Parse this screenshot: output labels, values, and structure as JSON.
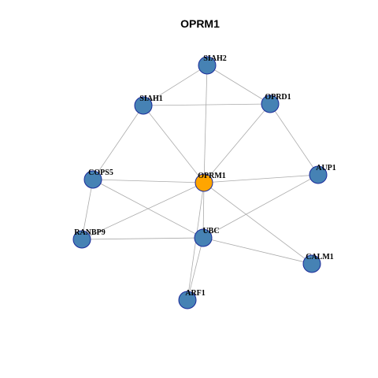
{
  "title": "OPRM1",
  "colors": {
    "node_fill": "#4682b4",
    "node_stroke": "#1a2a9a",
    "center_fill": "#ffa500",
    "center_stroke": "#1a2a9a",
    "edge": "#aaaaaa"
  },
  "nodes": [
    {
      "id": "SIAH2",
      "label": "SIAH2",
      "center": false
    },
    {
      "id": "SIAH1",
      "label": "SIAH1",
      "center": false
    },
    {
      "id": "OPRD1",
      "label": "OPRD1",
      "center": false
    },
    {
      "id": "COPS5",
      "label": "COPS5",
      "center": false
    },
    {
      "id": "OPRM1",
      "label": "OPRM1",
      "center": true
    },
    {
      "id": "AUP1",
      "label": "AUP1",
      "center": false
    },
    {
      "id": "RANBP9",
      "label": "RANBP9",
      "center": false
    },
    {
      "id": "UBC",
      "label": "UBC",
      "center": false
    },
    {
      "id": "CALM1",
      "label": "CALM1",
      "center": false
    },
    {
      "id": "ARF1",
      "label": "ARF1",
      "center": false
    }
  ],
  "edges": [
    [
      "SIAH2",
      "SIAH1"
    ],
    [
      "SIAH2",
      "OPRD1"
    ],
    [
      "SIAH2",
      "OPRM1"
    ],
    [
      "SIAH1",
      "OPRD1"
    ],
    [
      "SIAH1",
      "COPS5"
    ],
    [
      "SIAH1",
      "OPRM1"
    ],
    [
      "OPRD1",
      "OPRM1"
    ],
    [
      "OPRD1",
      "AUP1"
    ],
    [
      "COPS5",
      "OPRM1"
    ],
    [
      "COPS5",
      "RANBP9"
    ],
    [
      "COPS5",
      "UBC"
    ],
    [
      "OPRM1",
      "AUP1"
    ],
    [
      "OPRM1",
      "RANBP9"
    ],
    [
      "OPRM1",
      "UBC"
    ],
    [
      "OPRM1",
      "CALM1"
    ],
    [
      "OPRM1",
      "ARF1"
    ],
    [
      "AUP1",
      "UBC"
    ],
    [
      "RANBP9",
      "UBC"
    ],
    [
      "UBC",
      "CALM1"
    ],
    [
      "UBC",
      "ARF1"
    ]
  ]
}
